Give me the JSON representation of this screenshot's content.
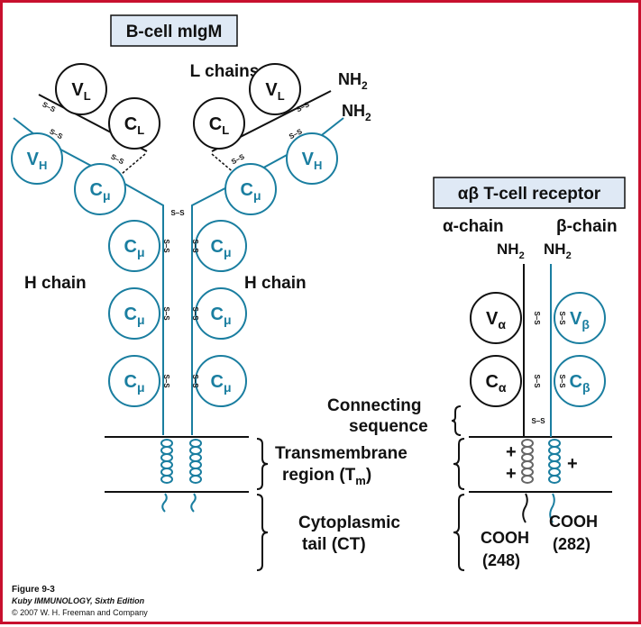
{
  "colors": {
    "frame": "#c8102e",
    "heavy_chain": "#1a7ea0",
    "light_chain": "#111111",
    "title_box_bg": "#dfe9f5"
  },
  "bcell": {
    "title": "B-cell mIgM",
    "l_chains": "L chains",
    "h_chain_left": "H chain",
    "h_chain_right": "H chain",
    "nh2": "NH",
    "nh2_sub": "2"
  },
  "domains": {
    "vl": {
      "main": "V",
      "sub": "L"
    },
    "cl": {
      "main": "C",
      "sub": "L"
    },
    "vh": {
      "main": "V",
      "sub": "H"
    },
    "cmu": {
      "main": "C",
      "sub": "μ"
    },
    "valpha": {
      "main": "V",
      "sub": "α"
    },
    "calpha": {
      "main": "C",
      "sub": "α"
    },
    "vbeta": {
      "main": "V",
      "sub": "β"
    },
    "cbeta": {
      "main": "C",
      "sub": "β"
    }
  },
  "disulfide": "S–S",
  "tcr": {
    "title": "αβ T-cell receptor",
    "alpha_chain": "α-chain",
    "beta_chain": "β-chain",
    "nh2": "NH",
    "nh2_sub": "2",
    "plus": "+",
    "alpha_cooh": "COOH",
    "alpha_len": "(248)",
    "beta_cooh": "COOH",
    "beta_len": "(282)"
  },
  "regions": {
    "connecting_1": "Connecting",
    "connecting_2": "sequence",
    "transmembrane_1": "Transmembrane",
    "transmembrane_2": "region (T",
    "transmembrane_sub": "m",
    "transmembrane_end": ")",
    "cytoplasmic_1": "Cytoplasmic",
    "cytoplasmic_2": "tail (CT)"
  },
  "footer": {
    "figure": "Figure 9-3",
    "book": "Kuby IMMUNOLOGY, Sixth Edition",
    "copyright": "© 2007 W. H. Freeman and Company"
  }
}
